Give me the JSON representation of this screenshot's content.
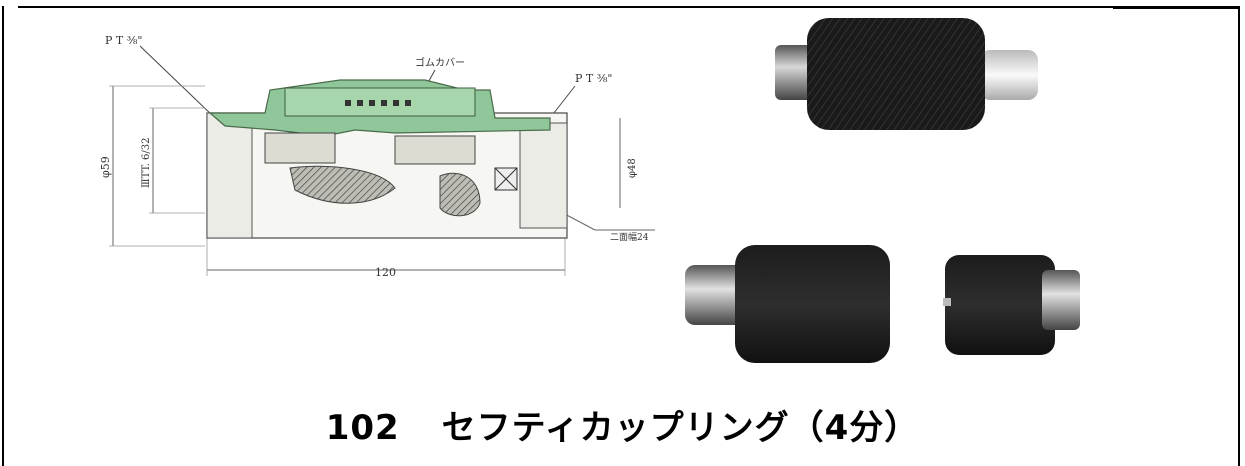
{
  "drawing": {
    "label_pt_left": "P T ⅜\"",
    "label_pt_right": "P T ⅜\"",
    "label_rubber_cover": "ゴムカバー",
    "label_dim_phi59": "φ59",
    "label_dim_phi48": "φ48",
    "label_dim_thread": "ⅢTT. 6/32",
    "label_dim_length": "120",
    "label_dim_hex": "二面幅24"
  },
  "caption": {
    "number": "102",
    "title": "セフティカップリング（4分）"
  }
}
